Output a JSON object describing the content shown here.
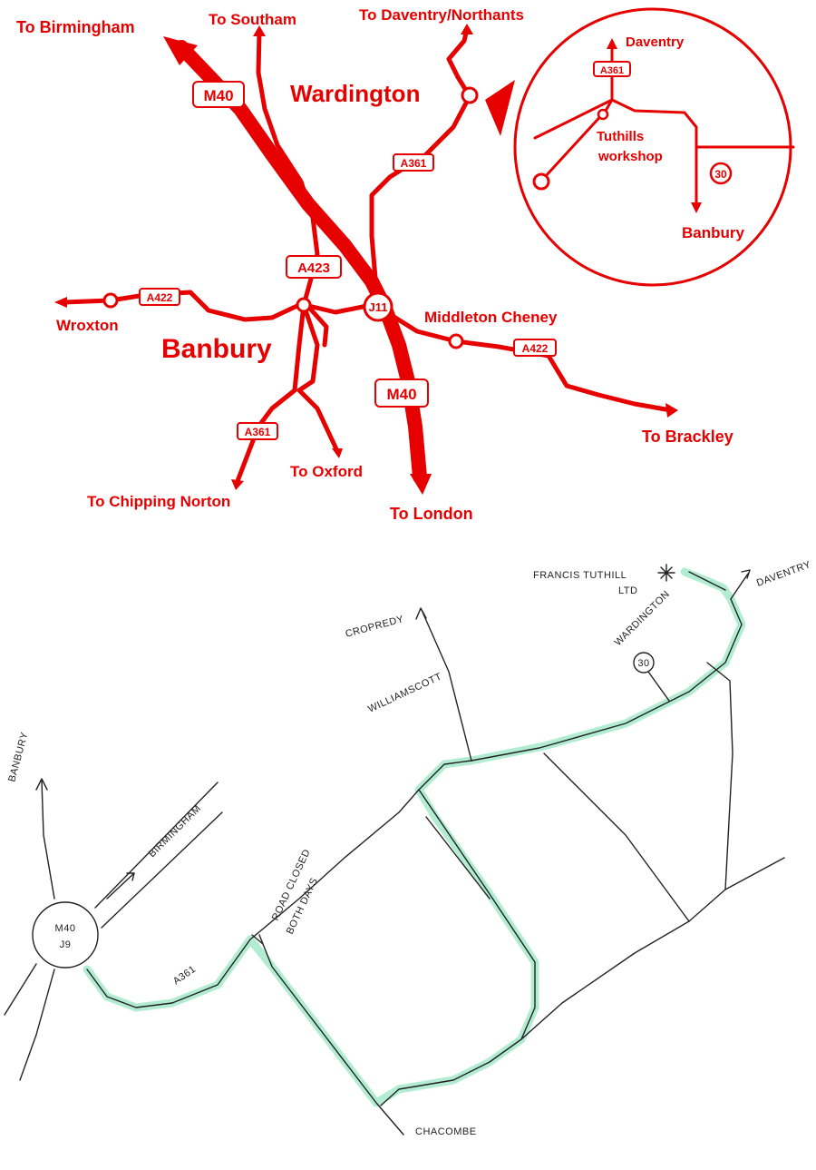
{
  "top_map": {
    "destinations": {
      "birmingham": "To Birmingham",
      "southam": "To Southam",
      "daventry_northants": "To Daventry/Northants",
      "brackley": "To Brackley",
      "london": "To London",
      "oxford": "To Oxford",
      "chipping_norton": "To Chipping Norton"
    },
    "places": {
      "wardington": "Wardington",
      "banbury": "Banbury",
      "wroxton": "Wroxton",
      "middleton_cheney": "Middleton Cheney"
    },
    "road_labels": {
      "m40_north": "M40",
      "m40_south": "M40",
      "a423": "A423",
      "a422_west": "A422",
      "a422_east": "A422",
      "a361_north": "A361",
      "a361_south": "A361",
      "j11": "J11"
    },
    "inset": {
      "daventry": "Daventry",
      "a361": "A361",
      "workshop_line1": "Tuthills",
      "workshop_line2": "workshop",
      "speed_limit": "30",
      "banbury": "Banbury"
    },
    "colors": {
      "road": "#e60000"
    }
  },
  "sketch_map": {
    "labels": {
      "francis_tuthill_line1": "FRANCIS TUTHILL",
      "francis_tuthill_line2": "LTD",
      "daventry": "DAVENTRY",
      "cropredy": "CROPREDY",
      "williamscott": "WILLIAMSCOTT",
      "wardington": "WARDINGTON",
      "speed_limit": "30",
      "banbury": "BANBURY",
      "birmingham": "BIRMINGHAM",
      "junction_line1": "M40",
      "junction_line2": "J9",
      "a361": "A361",
      "road_closed_line1": "ROAD CLOSED",
      "road_closed_line2": "BOTH DAYS",
      "chacombe": "CHACOMBE"
    },
    "colors": {
      "route_highlight": "#9fe8c8",
      "pen": "#222222"
    }
  }
}
